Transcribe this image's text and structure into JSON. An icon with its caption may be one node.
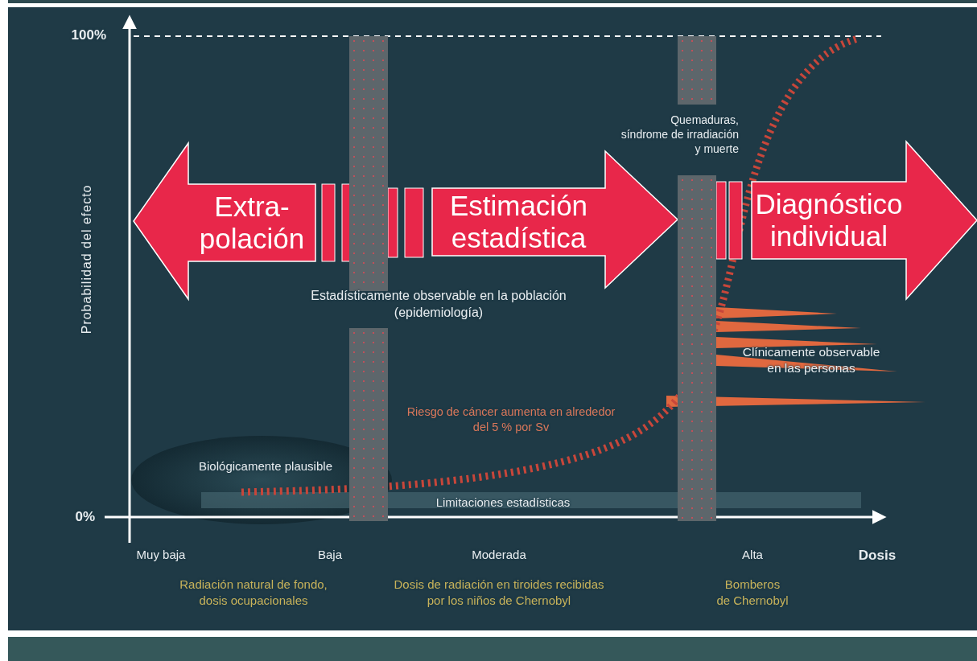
{
  "diagram": {
    "nodes": [
      {
        "text": [
          "Extra- polación"
        ]
      },
      {
        "text": [
          "Estimación estadística"
        ]
      },
      {
        "text": [
          "Diagnóstico individual"
        ]
      },
      {
        "text": [],
        "shape": "bar"
      },
      {
        "text": [],
        "shape": "bar"
      },
      {
        "text": [],
        "shape": "bar"
      },
      {
        "text": [],
        "shape": "bar"
      }
    ],
    "labels": [
      "100%",
      "Probabilidad del efecto",
      "Quemaduras, síndrome de irradiación y muerte",
      "Estadísticamente observable en la población (epidemiología)",
      "Clínicamente observable en las personas",
      "Riesgo de cáncer aumenta en alrededor del 5 % por Sv",
      "Biológicamente plausible",
      "Limitaciones estadísticas",
      "0%",
      "Muy baja",
      "Baja",
      "Moderada",
      "Alta",
      "Dosis",
      "Radiación natural de fondo, dosis ocupacionales",
      "Dosis de radiación en tiroides recibidas por los niños de Chernobyl",
      "Bomberos de Chernobyl"
    ]
  }
}
